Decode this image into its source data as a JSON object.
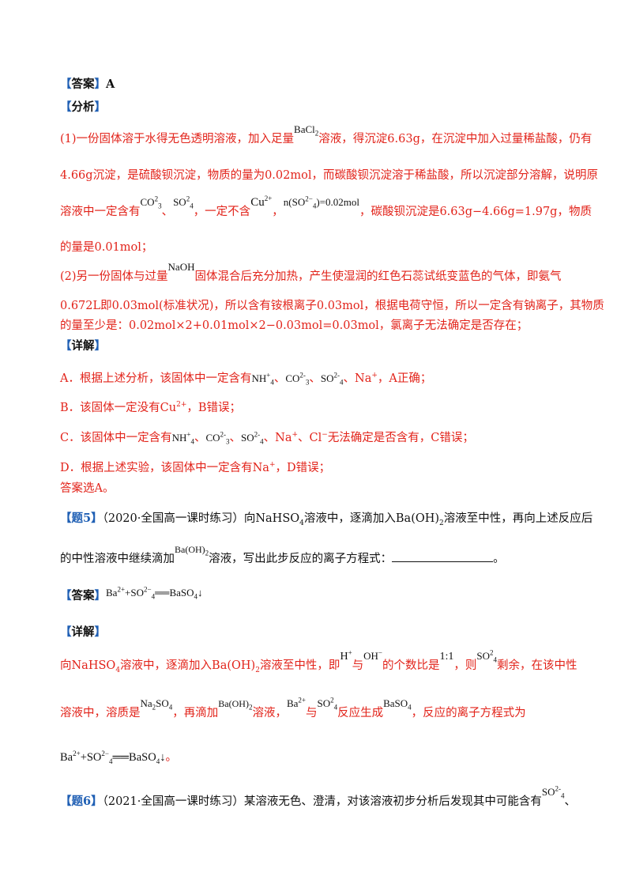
{
  "answer1": {
    "label": "答案",
    "value": "A"
  },
  "analysis_label": "分析",
  "analysis": {
    "p1_a": "(1)一份固体溶于水得无色透明溶液，加入足量",
    "bacl2": "BaCl",
    "bacl2_sub": "2",
    "p1_b": "溶液，得沉淀6.63g，在沉淀中加入过量稀盐酸，仍有",
    "p1_c": "4.66g沉淀，是硫酸钡沉淀，物质的量为0.02mol，而碳酸钡沉淀溶于稀盐酸，所以沉淀部分溶解，说明原",
    "p1_d": "溶液中一定含有",
    "co3": "CO",
    "co3_sup": "2",
    "co3_sub": "3",
    "sep1": "、",
    "so4": "SO",
    "so4_sup": "2",
    "so4_sub": "4",
    "p1_e": "，一定不含",
    "cu": "Cu",
    "cu_sup": "2+",
    "p1_f": "，",
    "n_so4": "n(SO",
    "n_so4_sup": "2−",
    "n_so4_sub": "4",
    "n_so4_val": ")=0.02mol",
    "p1_g": "，碳酸钡沉淀是6.63g−4.66g=1.97g，物质",
    "p1_h": "的量是0.01mol；",
    "p2_a": "(2)另一份固体与过量",
    "naoh": "NaOH",
    "p2_b": "固体混合后充分加热，产生使湿润的红色石蕊试纸变蓝色的气体，即氨气",
    "p2_c": "0.672L即0.03mol(标准状况)，所以含有铵根离子0.03mol，根据电荷守恒，所以一定含有钠离子，其物质",
    "p2_d": "的量至少是：0.02mol×2+0.01mol×2−0.03mol=0.03mol，氯离子无法确定是否存在；"
  },
  "detail_label": "详解",
  "detail": {
    "a_pre": "A．根据上述分析，该固体中一定含有",
    "a_post": "、Na",
    "a_end": "，A正确；",
    "b_text": "B．该固体一定没有Cu",
    "b_end": "，B错误；",
    "c_pre": "C．该固体中一定含有",
    "c_post": "、Na",
    "c_mid": "、Cl",
    "c_end": "无法确定是否含有，C错误；",
    "d_pre": "D．根据上述实验，该固体中一定含有Na",
    "d_end": "，D错误；",
    "answer_choice": "答案选A。",
    "nh4": "NH",
    "nh4_sup": "+",
    "nh4_sub": "4",
    "co3": "CO",
    "co3_sup": "2-",
    "co3_sub": "3",
    "so4": "SO",
    "so4_sup": "2-",
    "so4_sub": "4",
    "sep": "、",
    "plus": "+",
    "cu_sup": "2+",
    "minus": "−"
  },
  "q5": {
    "label": "题5",
    "source": "（2020·全国高一课时练习）向NaHSO",
    "source_sub": "4",
    "text_a": "溶液中，逐滴加入Ba(OH)",
    "text_a_sub": "2",
    "text_b": "溶液至中性，再向上述反应后",
    "text_c": "的中性溶液中继续滴加",
    "baoh": "Ba(OH)",
    "baoh_sub": "2",
    "text_d": "溶液，写出此步反应的离子方程式：",
    "text_e": "。"
  },
  "answer5": {
    "label": "答案",
    "eq_ba": "Ba",
    "eq_ba_sup": "2+",
    "eq_plus": "+SO",
    "eq_so4_sup": "2−",
    "eq_so4_sub": "4",
    "eq_arrow": "══BaSO",
    "eq_baso4_sub": "4",
    "eq_down": "↓"
  },
  "detail5_label": "详解",
  "detail5": {
    "l1_a": "向NaHSO",
    "l1_a_sub": "4",
    "l1_b": "溶液中，逐滴加入Ba(OH)",
    "l1_b_sub": "2",
    "l1_c": "溶液至中性，即",
    "h": "H",
    "h_sup": "+",
    "l1_d": "与",
    "oh": "OH",
    "oh_sup": "−",
    "l1_e": "的个数比是",
    "ratio": "1:1",
    "l1_f": "，则",
    "so4": "SO",
    "so4_sup": "2",
    "so4_sub": "4",
    "l1_g": "剩余，在该中性",
    "l2_a": "溶液中，溶质是",
    "na2so4": "Na",
    "na2so4_sub1": "2",
    "na2so4_so": "SO",
    "na2so4_sub2": "4",
    "l2_b": "，再滴加",
    "baoh": "Ba(OH)",
    "baoh_sub": "2",
    "l2_c": "溶液，",
    "ba": "Ba",
    "ba_sup": "2+",
    "l2_d": "与",
    "l2_e": "反应生成",
    "baso4": "BaSO",
    "baso4_sub": "4",
    "l2_f": "，反应的离子方程式为",
    "eq_ba": "Ba",
    "eq_ba_sup": "2+",
    "eq_plus": "+SO",
    "eq_so4_sup": "2−",
    "eq_so4_sub": "4",
    "eq_arrow": "══BaSO",
    "eq_baso4_sub": "4",
    "eq_down": "↓",
    "eq_end": "。"
  },
  "q6": {
    "label": "题6",
    "text": "（2021·全国高一课时练习）某溶液无色、澄清，对该溶液初步分析后发现其中可能含有",
    "so4": "SO",
    "so4_sup": "2-",
    "so4_sub": "4",
    "end": "、"
  },
  "colors": {
    "red": "#e2231a",
    "blue": "#1f5fb4",
    "black": "#111111"
  }
}
